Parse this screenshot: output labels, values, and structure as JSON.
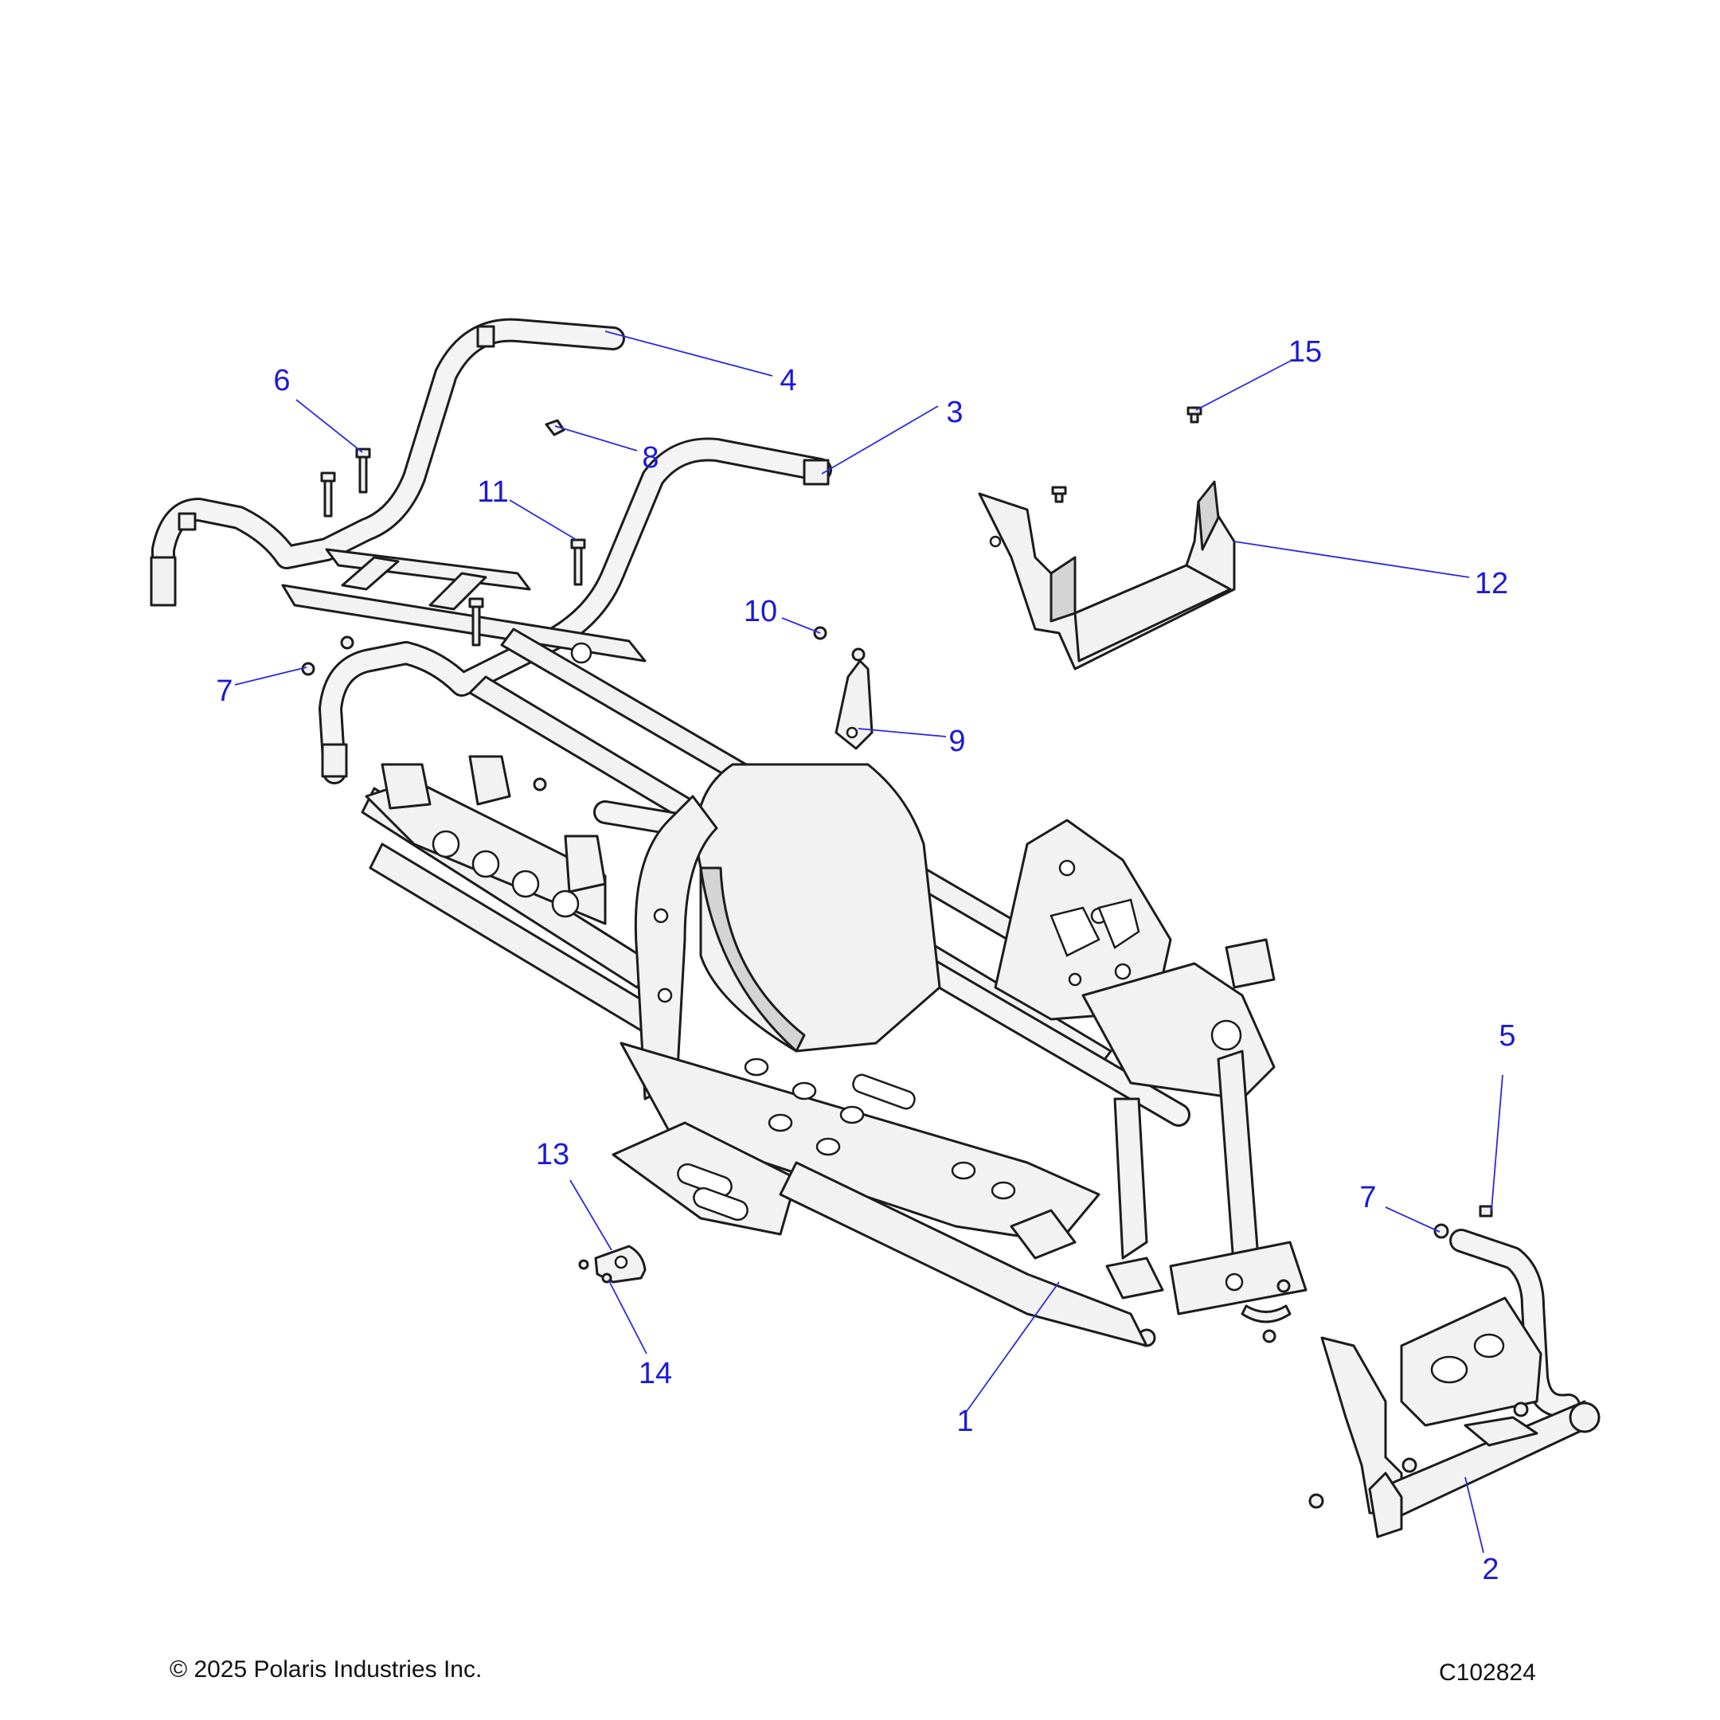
{
  "footer": {
    "copyright": "© 2025 Polaris Industries Inc.",
    "figure_id": "C102824"
  },
  "callouts": {
    "c1": "1",
    "c2": "2",
    "c3": "3",
    "c4": "4",
    "c5": "5",
    "c6": "6",
    "c7a": "7",
    "c7b": "7",
    "c8": "8",
    "c9": "9",
    "c10": "10",
    "c11": "11",
    "c12": "12",
    "c13": "13",
    "c14": "14",
    "c15": "15"
  },
  "colors": {
    "callout_text": "#1a1ad8",
    "leader_line": "#2a2ae0",
    "line_art": "#1c1c1c"
  }
}
